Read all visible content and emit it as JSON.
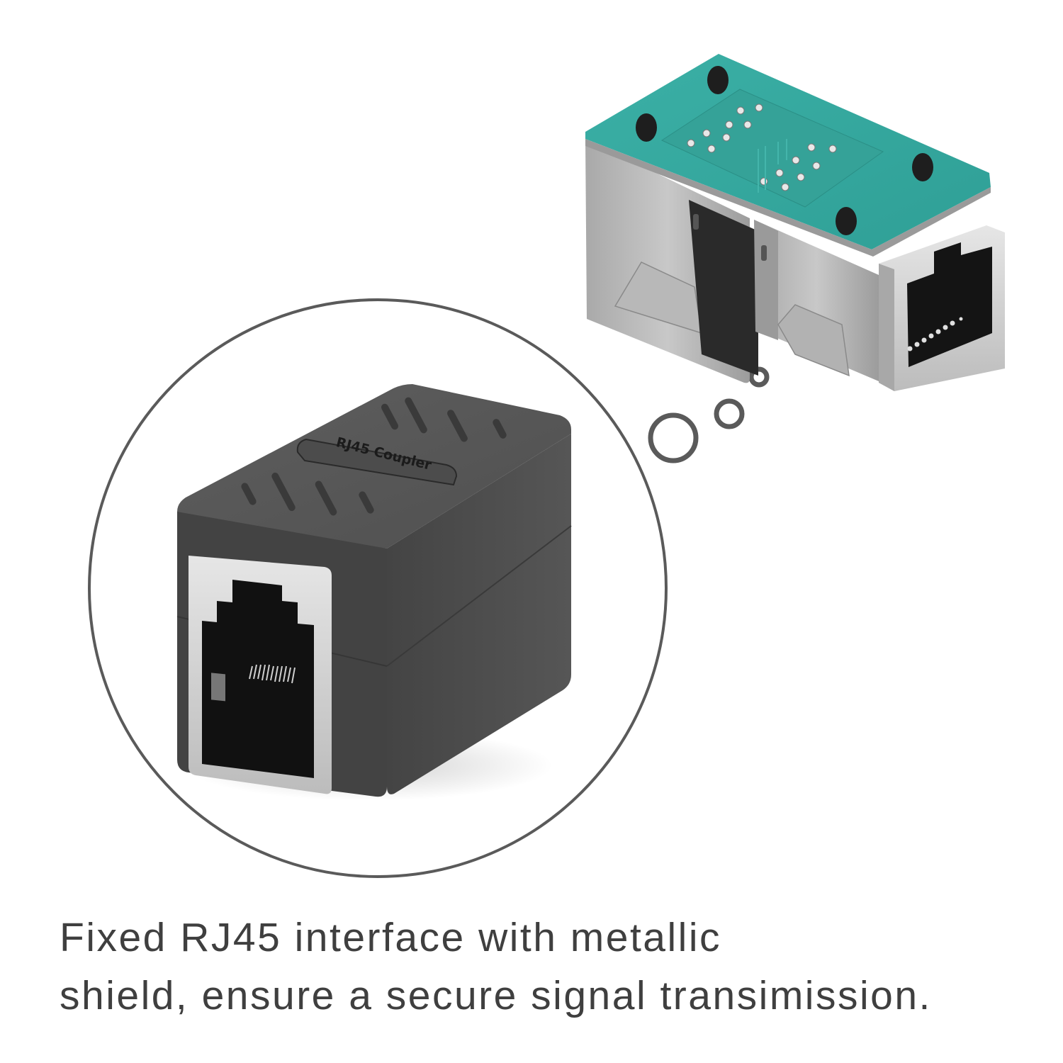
{
  "product_image": {
    "subject": "RJ45 Ethernet coupler",
    "coupler_label": "RJ45 Coupler",
    "colors": {
      "background": "#ffffff",
      "circle_stroke": "#5a5a5a",
      "coupler_body": "#4a4a4a",
      "coupler_top": "#555555",
      "pcb_green": "#3aa8a0",
      "metal_shield": "#bdbdbd",
      "caption_text": "#3f3f3f"
    }
  },
  "callout": {
    "shape": "thought-bubble",
    "bubbles": 3
  },
  "caption": {
    "line1": "Fixed RJ45 interface with metallic",
    "line2": "shield, ensure a secure signal transimission."
  }
}
